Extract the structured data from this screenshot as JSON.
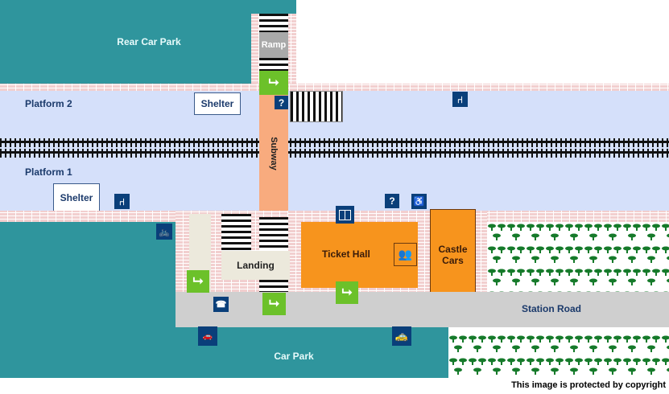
{
  "areas": {
    "rear_car_park": "Rear Car Park",
    "ramp": "Ramp",
    "platform_2": "Platform 2",
    "platform_1": "Platform 1",
    "shelter_1": "Shelter",
    "shelter_2": "Shelter",
    "subway": "Subway",
    "landing": "Landing",
    "ticket_hall": "Ticket Hall",
    "castle_cars": "Castle Cars",
    "station_road": "Station Road",
    "car_park": "Car Park"
  },
  "copyright": "This image is protected by copyright",
  "colors": {
    "car_park": "#2f959d",
    "platform": "#d5e0fa",
    "subway": "#f8ab7e",
    "ticket_hall": "#f7941d",
    "exit": "#6cc12a",
    "icon": "#0a3f7a"
  }
}
